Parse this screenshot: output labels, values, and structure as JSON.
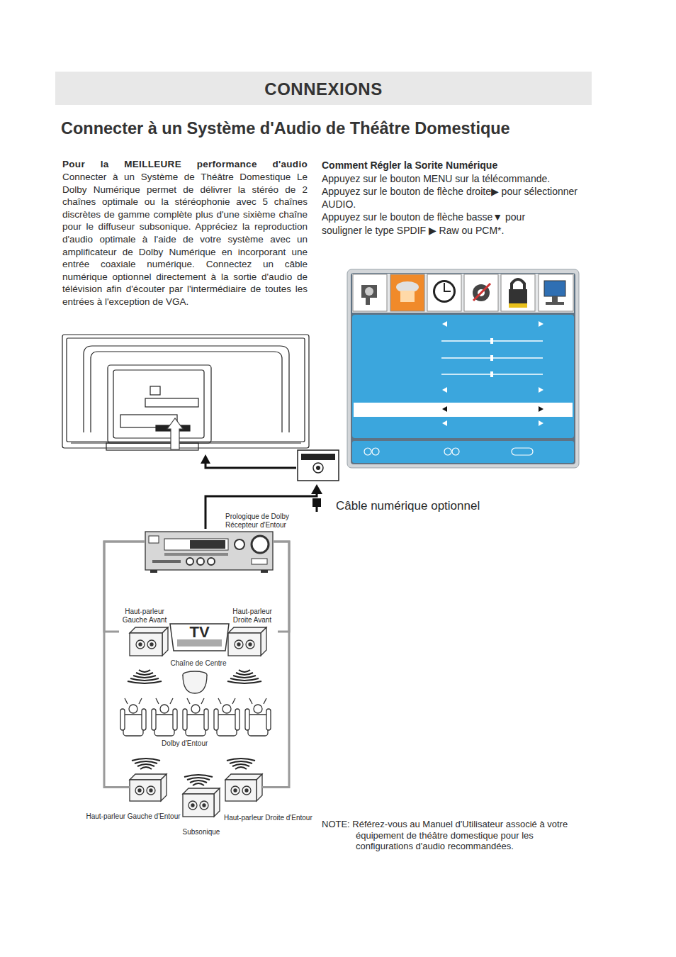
{
  "diagram": {
    "title": "CONNEXIONS",
    "nodes": [
      {
        "text": [
          "Prologique de Dolby Récepteur d'Entour"
        ]
      },
      {
        "text": [
          "Haut-parleur Gauche Avant"
        ]
      },
      {
        "text": [
          "TV"
        ]
      },
      {
        "text": [
          "Haut-parleur Droite Avant"
        ]
      },
      {
        "text": [
          "Chaîne de Centre"
        ]
      },
      {
        "text": [
          "Haut-parleur Gauche d'Entour"
        ]
      },
      {
        "text": [
          "Subsonique"
        ]
      },
      {
        "text": [
          "Haut-parleur Droite d'Entour"
        ]
      }
    ],
    "edges": [
      {
        "from": 0,
        "to": 1,
        "arrow": "none"
      },
      {
        "from": 0,
        "to": 3,
        "arrow": "none"
      },
      {
        "from": 0,
        "to": 5,
        "arrow": "none"
      },
      {
        "from": 0,
        "to": 7,
        "arrow": "none"
      }
    ],
    "labels": [
      "Connecter à un Système d'Audio de Théâtre Domestique",
      "Pour la MEILLEURE performance d'audio",
      "Connecter à un Système de Théâtre Domestique Le Dolby Numérique permet de délivrer la stéréo de 2 chaînes optimale ou la stéréophonie avec 5 chaînes discrètes de gamme complète plus d'une sixième chaîne pour le diffuseur subsonique. Appréciez la reproduction d'audio optimale à l'aide de votre système avec un amplificateur de Dolby Numérique en incorporant une entrée coaxiale numérique. Connectez un câble numérique optionnel directement à la sortie d'audio de télévision afin d'écouter par l'intermédiaire de toutes les entrées à l'exception de VGA.",
      "Comment Régler la Sorite Numérique",
      "Appuyez sur le bouton MENU sur la télécommande.",
      "Appuyez sur le bouton de flèche droite▶ pour sélectionner AUDIO.",
      "Appuyez sur le bouton de flèche basse▼ pour souligner le type SPDIF ▶ Raw ou PCM*.",
      "Câble numérique optionnel",
      "Dolby d'Entour",
      "NOTE: Référez-vous au Manuel d'Utilisateur associé à votre équipement de théâtre domestique pour les configurations d'audio recommandées."
    ]
  }
}
